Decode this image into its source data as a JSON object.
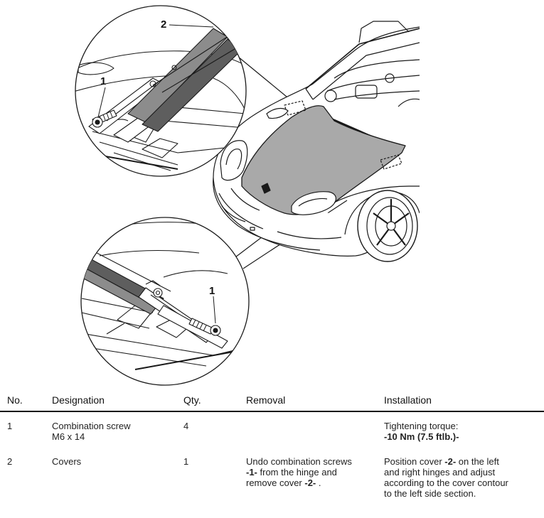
{
  "callouts": {
    "label_1_top": "1",
    "label_2_top": "2",
    "label_1_bottom": "1"
  },
  "table": {
    "headers": {
      "no": "No.",
      "designation": "Designation",
      "qty": "Qty.",
      "removal": "Removal",
      "installation": "Installation"
    },
    "rows": [
      {
        "no": "1",
        "designation_line1": "Combination screw",
        "designation_line2": "M6 x 14",
        "qty": "4",
        "installation_line1": "Tightening torque:",
        "installation_line2": "-10 Nm (7.5 ftlb.)-"
      },
      {
        "no": "2",
        "designation_line1": "Covers",
        "qty": "1",
        "removal_line1": "Undo combination screws",
        "removal_line2a": "-1-",
        "removal_line2b": " from the hinge and",
        "removal_line3a": "remove cover ",
        "removal_line3b": "-2-",
        "removal_line3c": " .",
        "installation_line1a": "Position cover ",
        "installation_line1b": "-2-",
        "installation_line1c": " on the left",
        "installation_line2": "and right hinges and adjust",
        "installation_line3": "according to the cover contour",
        "installation_line4": "to the left side section."
      }
    ]
  },
  "colors": {
    "hood_fill": "#a9a9a9",
    "line": "#1a1a1a",
    "rule": "#111111"
  }
}
